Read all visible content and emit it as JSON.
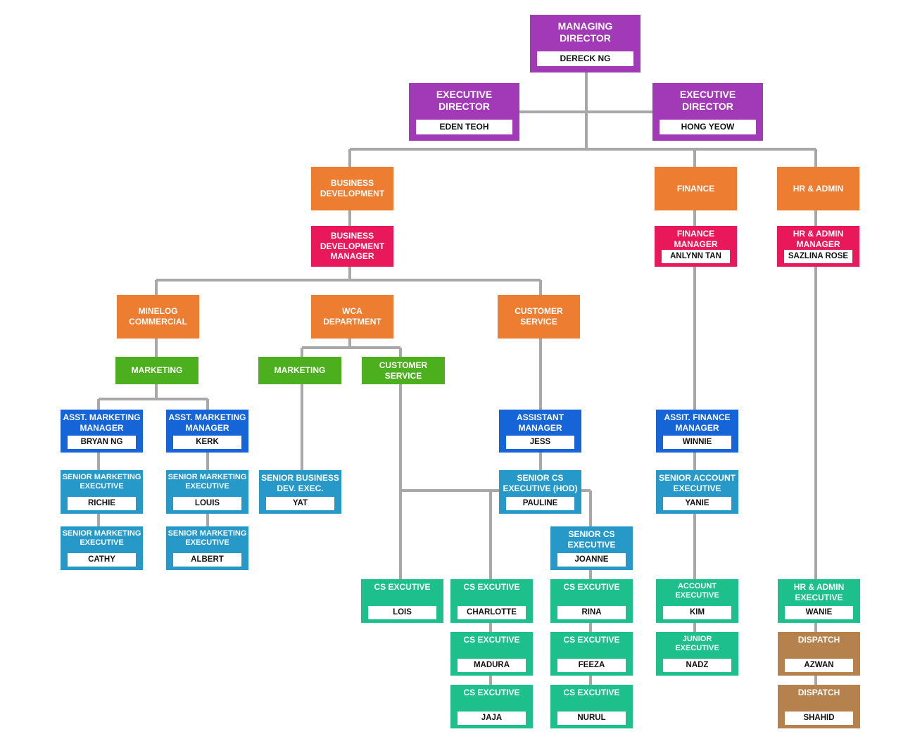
{
  "colors": {
    "director": "#a23ab7",
    "department": "#ed7d31",
    "manager": "#e8185a",
    "unit": "#4caf1d",
    "asst_manager": "#1565d8",
    "senior": "#2699c9",
    "executive": "#1dbf8a",
    "dispatch": "#b5824e",
    "connector": "#a8a8a8"
  },
  "nodes": {
    "md": {
      "title": "MANAGING\nDIRECTOR",
      "name": "DERECK NG"
    },
    "ed1": {
      "title": "EXECUTIVE\nDIRECTOR",
      "name": "EDEN TEOH"
    },
    "ed2": {
      "title": "EXECUTIVE\nDIRECTOR",
      "name": "HONG YEOW"
    },
    "bd": {
      "title": "BUSINESS\nDEVELOPMENT"
    },
    "finance": {
      "title": "FINANCE"
    },
    "hr": {
      "title": "HR & ADMIN"
    },
    "bdm": {
      "title": "BUSINESS\nDEVELOPMENT\nMANAGER"
    },
    "fm": {
      "title": "FINANCE\nMANAGER",
      "name": "ANLYNN TAN"
    },
    "hrm": {
      "title": "HR & ADMIN\nMANAGER",
      "name": "SAZLINA ROSE"
    },
    "minelog": {
      "title": "MINELOG\nCOMMERCIAL"
    },
    "wca": {
      "title": "WCA\nDEPARTMENT"
    },
    "cs_dept": {
      "title": "CUSTOMER\nSERVICE"
    },
    "mkt1": {
      "title": "MARKETING"
    },
    "mkt2": {
      "title": "MARKETING"
    },
    "cs_unit": {
      "title": "CUSTOMER\nSERVICE"
    },
    "amm1": {
      "title": "ASST. MARKETING\nMANAGER",
      "name": "BRYAN NG"
    },
    "amm2": {
      "title": "ASST. MARKETING\nMANAGER",
      "name": "KERK"
    },
    "sme1": {
      "title": "SENIOR MARKETING\nEXECUTIVE",
      "name": "RICHIE"
    },
    "sme2": {
      "title": "SENIOR MARKETING\nEXECUTIVE",
      "name": "LOUIS"
    },
    "sme3": {
      "title": "SENIOR MARKETING\nEXECUTIVE",
      "name": "CATHY"
    },
    "sme4": {
      "title": "SENIOR MARKETING\nEXECUTIVE",
      "name": "ALBERT"
    },
    "sbde": {
      "title": "SENIOR BUSINESS\nDEV. EXEC.",
      "name": "YAT"
    },
    "am": {
      "title": "ASSISTANT\nMANAGER",
      "name": "JESS"
    },
    "scs_hod": {
      "title": "SENIOR CS\nEXECUTIVE (HOD)",
      "name": "PAULINE"
    },
    "scs": {
      "title": "SENIOR CS\nEXECUTIVE",
      "name": "JOANNE"
    },
    "afm": {
      "title": "ASSIT. FINANCE\nMANAGER",
      "name": "WINNIE"
    },
    "sae": {
      "title": "SENIOR ACCOUNT\nEXECUTIVE",
      "name": "YANIE"
    },
    "cs_lois": {
      "title": "CS EXCUTIVE",
      "name": "LOIS"
    },
    "cs_charlotte": {
      "title": "CS EXCUTIVE",
      "name": "CHARLOTTE"
    },
    "cs_madura": {
      "title": "CS EXCUTIVE",
      "name": "MADURA"
    },
    "cs_jaja": {
      "title": "CS EXCUTIVE",
      "name": "JAJA"
    },
    "cs_rina": {
      "title": "CS EXCUTIVE",
      "name": "RINA"
    },
    "cs_feeza": {
      "title": "CS EXCUTIVE",
      "name": "FEEZA"
    },
    "cs_nurul": {
      "title": "CS EXCUTIVE",
      "name": "NURUL"
    },
    "ae": {
      "title": "ACCOUNT\nEXECUTIVE",
      "name": "KIM"
    },
    "je": {
      "title": "JUNIOR\nEXECUTIVE",
      "name": "NADZ"
    },
    "hre": {
      "title": "HR & ADMIN\nEXECUTIVE",
      "name": "WANIE"
    },
    "disp1": {
      "title": "DISPATCH",
      "name": "AZWAN"
    },
    "disp2": {
      "title": "DISPATCH",
      "name": "SHAHID"
    }
  }
}
